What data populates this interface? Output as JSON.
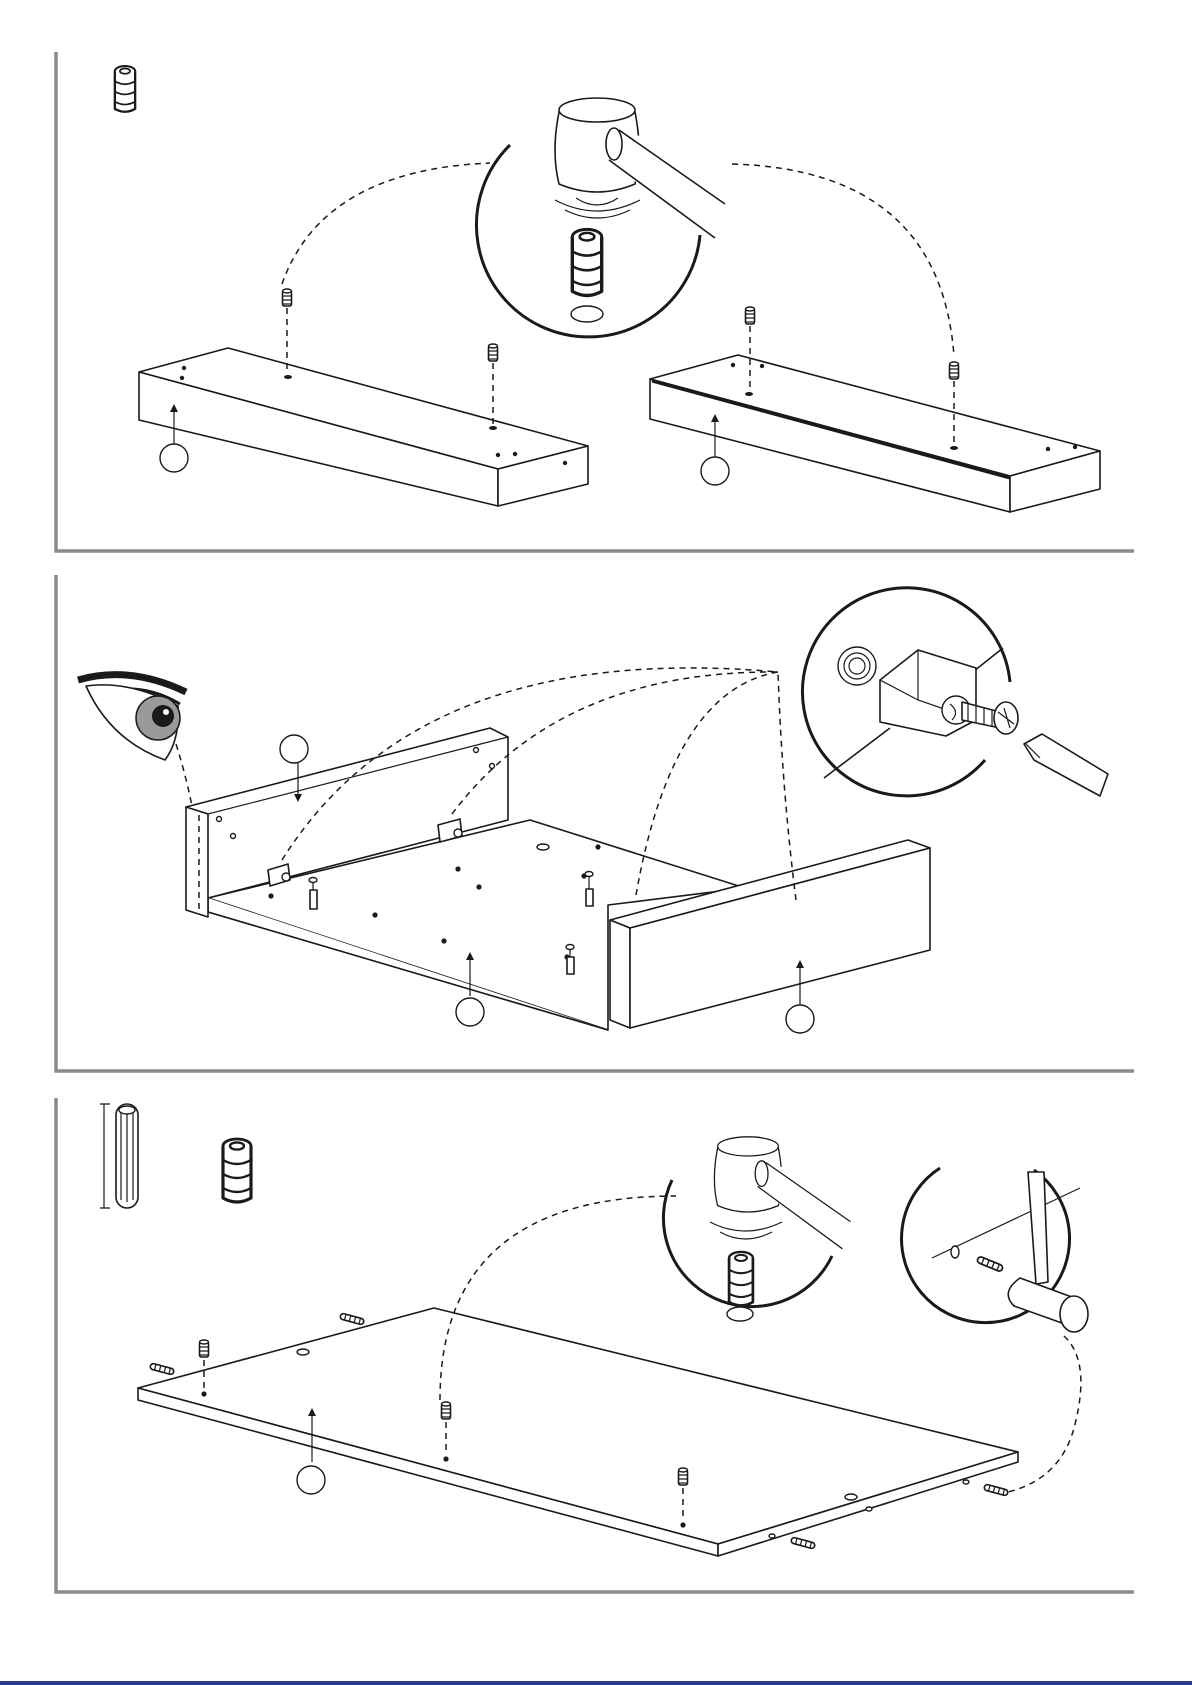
{
  "document": {
    "kind": "assembly-instructions-page",
    "steps": [
      {
        "name": "step-insert-cam-nuts",
        "part_labels": [
          "",
          ""
        ]
      },
      {
        "name": "step-attach-side-panels",
        "part_labels": [
          "",
          "",
          ""
        ]
      },
      {
        "name": "step-insert-dowels-and-nuts",
        "part_labels": [
          ""
        ]
      }
    ],
    "icons": [
      "cam-nut-icon",
      "hammer-icon",
      "eye-icon",
      "screwdriver-icon",
      "wooden-dowel-icon"
    ],
    "colors": {
      "line": "#1a1a1a",
      "frame": "#8a8a8a",
      "eye_iris": "#9a9a9a",
      "page_edge": "#2b3a8f"
    }
  }
}
